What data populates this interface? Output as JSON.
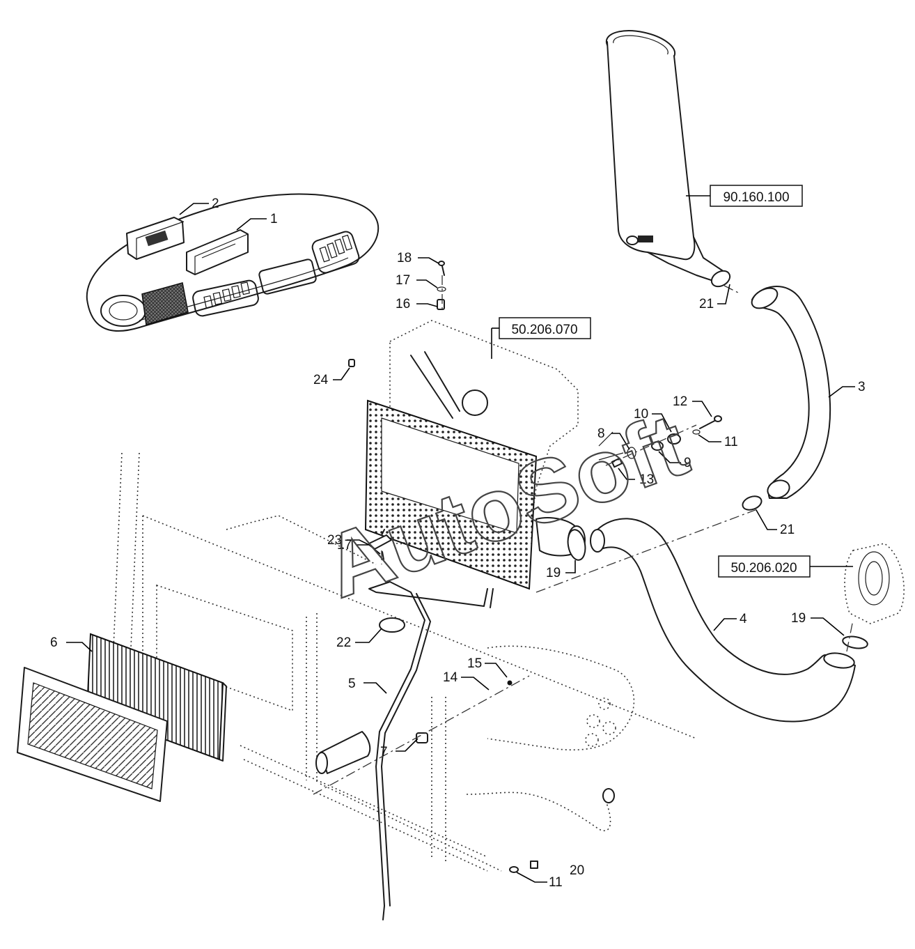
{
  "watermark": "AutoSoft",
  "references": [
    {
      "id": "ref-90160100",
      "text": "90.160.100"
    },
    {
      "id": "ref-50206070",
      "text": "50.206.070"
    },
    {
      "id": "ref-50206020",
      "text": "50.206.020"
    }
  ],
  "callouts": [
    {
      "id": "c1",
      "text": "1"
    },
    {
      "id": "c2",
      "text": "2"
    },
    {
      "id": "c3",
      "text": "3"
    },
    {
      "id": "c4",
      "text": "4"
    },
    {
      "id": "c5",
      "text": "5"
    },
    {
      "id": "c6",
      "text": "6"
    },
    {
      "id": "c7",
      "text": "7"
    },
    {
      "id": "c8",
      "text": "8"
    },
    {
      "id": "c9",
      "text": "9"
    },
    {
      "id": "c10",
      "text": "10"
    },
    {
      "id": "c11a",
      "text": "11"
    },
    {
      "id": "c11b",
      "text": "11"
    },
    {
      "id": "c12",
      "text": "12"
    },
    {
      "id": "c13",
      "text": "13"
    },
    {
      "id": "c14",
      "text": "14"
    },
    {
      "id": "c15",
      "text": "15"
    },
    {
      "id": "c16",
      "text": "16"
    },
    {
      "id": "c17a",
      "text": "17"
    },
    {
      "id": "c17b",
      "text": "17"
    },
    {
      "id": "c18",
      "text": "18"
    },
    {
      "id": "c19a",
      "text": "19"
    },
    {
      "id": "c19b",
      "text": "19"
    },
    {
      "id": "c20",
      "text": "20"
    },
    {
      "id": "c21a",
      "text": "21"
    },
    {
      "id": "c21b",
      "text": "21"
    },
    {
      "id": "c22",
      "text": "22"
    },
    {
      "id": "c23",
      "text": "23"
    },
    {
      "id": "c24",
      "text": "24"
    }
  ]
}
